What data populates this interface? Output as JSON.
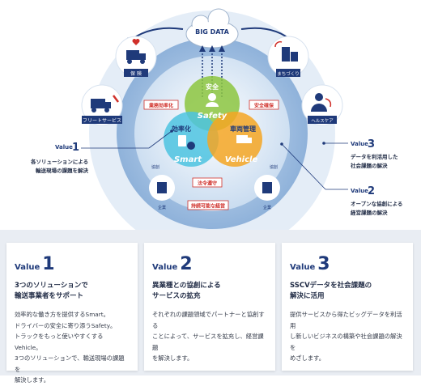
{
  "big_data": "BIG DATA",
  "outer_icons": {
    "care": "保 険",
    "fleet": "フリートサービス",
    "city": "まちづくり",
    "health": "ヘルスケア"
  },
  "circles": {
    "safety": {
      "jp": "安全",
      "en": "Safety"
    },
    "smart": {
      "jp": "効率化",
      "en": "Smart"
    },
    "vehicle": {
      "jp": "車両管理",
      "en": "Vehicle"
    }
  },
  "tags": {
    "efficiency": "業務効率化",
    "safety": "安全確保",
    "law": "法令遵守",
    "sustain": "持続可能な経営"
  },
  "companies": {
    "left_top": "協創",
    "left_bottom": "企業",
    "right_top": "協創",
    "right_bottom": "企業"
  },
  "callouts": {
    "v1": {
      "label": "Value",
      "num": "1",
      "line1": "各ソリューションによる",
      "line2": "輸送現場の課題を解決"
    },
    "v3": {
      "label": "Value",
      "num": "3",
      "line1": "データを利活用した",
      "line2": "社会課題の解決"
    },
    "v2": {
      "label": "Value",
      "num": "2",
      "line1": "オープンな協創による",
      "line2": "経営課題の解決"
    }
  },
  "cards": [
    {
      "label": "Value",
      "num": "1",
      "title": "3つのソリューションで\n輸送事業者をサポート",
      "body": "効率的な働き方を提供するSmart。\nドライバーの安全に寄り添うSafety。\nトラックをもっと使いやすくするVehicle。\n3つのソリューションで、輸送現場の課題を\n解決します。"
    },
    {
      "label": "Value",
      "num": "2",
      "title": "異業種との協創による\nサービスの拡充",
      "body": "それぞれの課題領域でパートナーと協創する\nことによって、サービスを拡充し、経営課題\nを解決します。"
    },
    {
      "label": "Value",
      "num": "3",
      "title": "SSCVデータを社会課題の\n解決に活用",
      "body": "提供サービスから得たビッグデータを利活用\nし新しいビジネスの構築や社会課題の解決を\nめざします。"
    }
  ],
  "colors": {
    "navy": "#1f3a7a",
    "safety": "#8cc63f",
    "smart": "#4cc3e0",
    "vehicle": "#f5a623",
    "tag_red": "#d0302a"
  }
}
